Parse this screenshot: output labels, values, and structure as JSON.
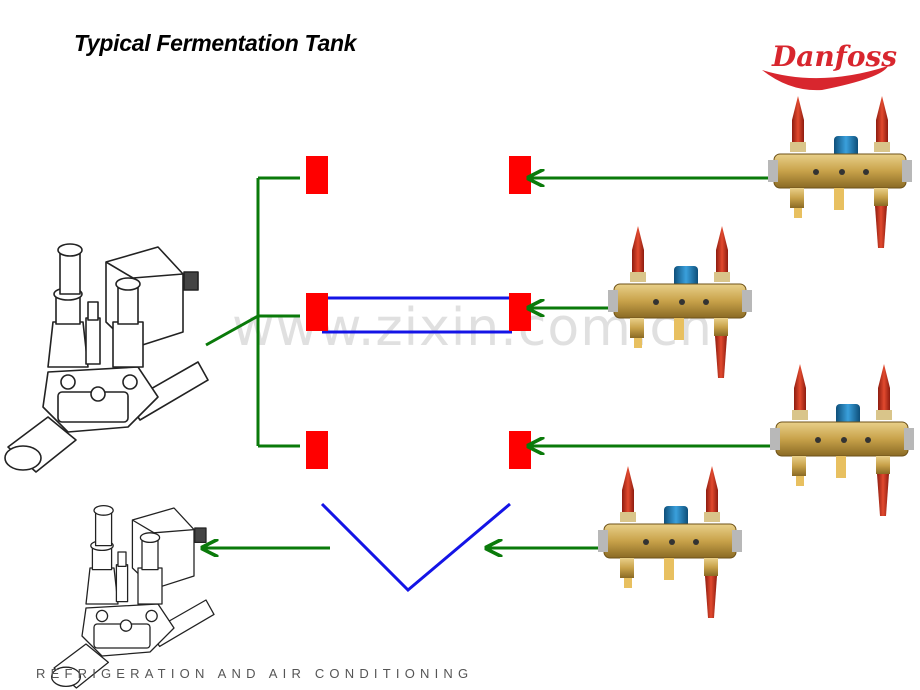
{
  "title": "Typical Fermentation Tank",
  "footer": "REFRIGERATION AND AIR CONDITIONING",
  "watermark": "www.zixin.com.cn",
  "logo": {
    "text": "Danfoss",
    "color": "#d8262e"
  },
  "colors": {
    "pipe_green": "#0a7a0a",
    "coil_blue": "#1414e6",
    "port_red": "#ff0000",
    "valve_red": "#c8321e",
    "valve_brass": "#c8a24a",
    "coil_cyan": "#1e78b4"
  },
  "icons": [
    "danfoss-logo",
    "valve-station-icon",
    "solenoid-valve-icon"
  ]
}
